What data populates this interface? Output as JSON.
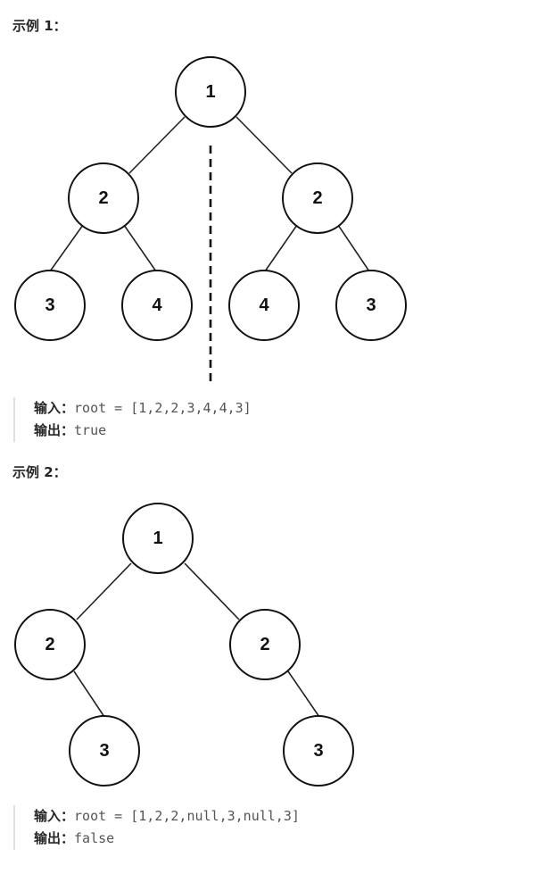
{
  "examples": [
    {
      "heading": "示例 1：",
      "input_label": "输入：",
      "input_value": "root = [1,2,2,3,4,4,3]",
      "output_label": "输出：",
      "output_value": "true",
      "tree": {
        "nodes": [
          {
            "id": "n1",
            "label": "1"
          },
          {
            "id": "n2l",
            "label": "2"
          },
          {
            "id": "n2r",
            "label": "2"
          },
          {
            "id": "n3l",
            "label": "3"
          },
          {
            "id": "n4l",
            "label": "4"
          },
          {
            "id": "n4r",
            "label": "4"
          },
          {
            "id": "n3r",
            "label": "3"
          }
        ],
        "edges": [
          [
            "n1",
            "n2l"
          ],
          [
            "n1",
            "n2r"
          ],
          [
            "n2l",
            "n3l"
          ],
          [
            "n2l",
            "n4l"
          ],
          [
            "n2r",
            "n4r"
          ],
          [
            "n2r",
            "n3r"
          ]
        ],
        "symmetry_axis": true
      }
    },
    {
      "heading": "示例 2：",
      "input_label": "输入：",
      "input_value": "root = [1,2,2,null,3,null,3]",
      "output_label": "输出：",
      "output_value": "false",
      "tree": {
        "nodes": [
          {
            "id": "m1",
            "label": "1"
          },
          {
            "id": "m2l",
            "label": "2"
          },
          {
            "id": "m2r",
            "label": "2"
          },
          {
            "id": "m3l",
            "label": "3"
          },
          {
            "id": "m3r",
            "label": "3"
          }
        ],
        "edges": [
          [
            "m1",
            "m2l"
          ],
          [
            "m1",
            "m2r"
          ],
          [
            "m2l",
            "m3l"
          ],
          [
            "m2r",
            "m3r"
          ]
        ],
        "symmetry_axis": false
      }
    }
  ]
}
